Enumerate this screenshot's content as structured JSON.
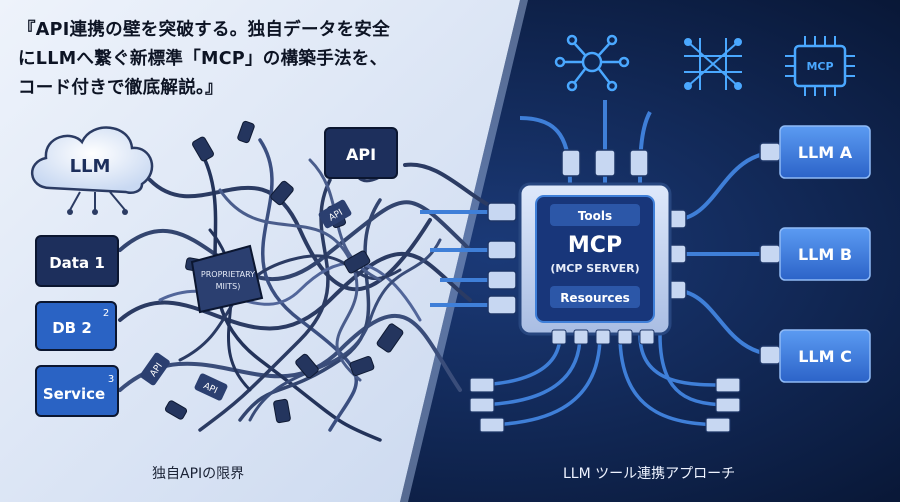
{
  "headline": {
    "line1": "『API連携の壁を突破する。独自データを安全",
    "line2": "にLLMへ繋ぐ新標準「MCP」の構築手法を、",
    "line3": "コード付きで徹底解説。』"
  },
  "left_panel": {
    "caption": "独自APIの限界",
    "cloud_label": "LLM",
    "top_api_label": "API",
    "sources": [
      {
        "label": "Data 1",
        "badge": ""
      },
      {
        "label": "DB 2",
        "badge": "2"
      },
      {
        "label": "Service",
        "badge": "3"
      }
    ],
    "tag_api_1": "API",
    "tag_api_2": "API",
    "tag_api_3": "API",
    "knot_label_1": "PROPRIETARY",
    "knot_label_2": "MIITS)"
  },
  "right_panel": {
    "caption": "LLM ツール連携アプローチ",
    "hub_top": "Tools",
    "hub_title": "MCP",
    "hub_sub": "(MCP SERVER)",
    "hub_bottom": "Resources",
    "chip_label": "MCP",
    "llms": [
      "LLM A",
      "LLM B",
      "LLM C"
    ]
  },
  "colors": {
    "left_bg": "#dfe8f7",
    "right_bg": "#0e2350",
    "box_dark": "#1d2f5c",
    "box_blue": "#3a78dc",
    "accent_cyan": "#4aa8ff"
  }
}
